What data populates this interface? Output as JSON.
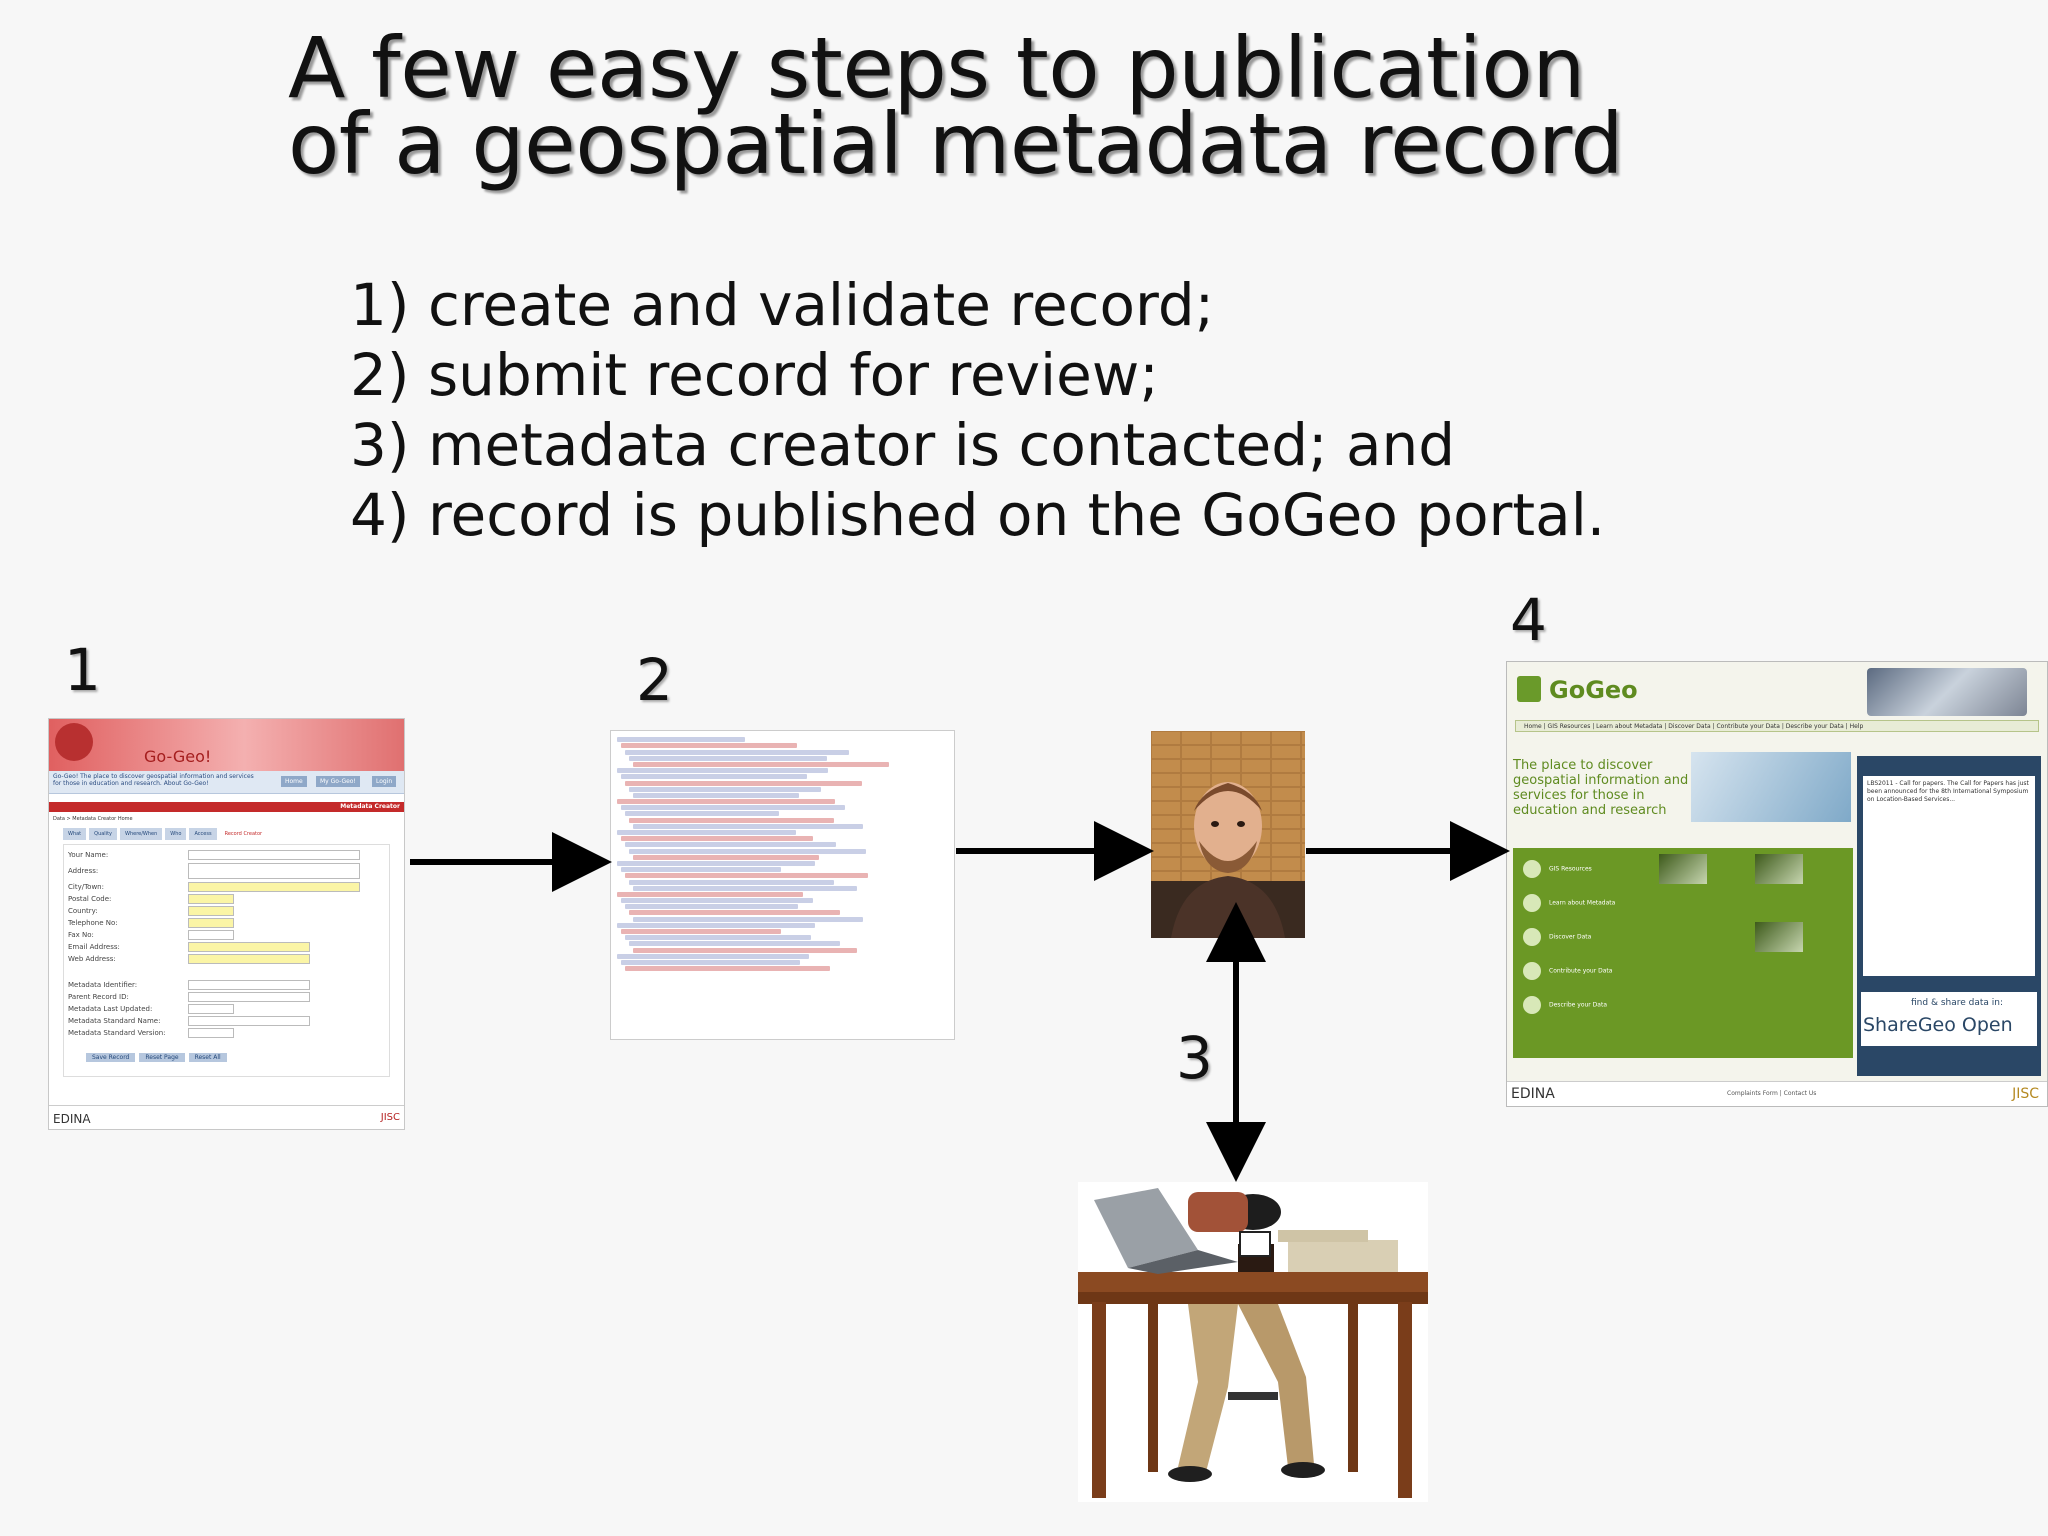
{
  "title": {
    "line1": "A few easy steps to publication",
    "line2": "of a geospatial metadata record"
  },
  "steps": [
    "1) create and validate record;",
    "2) submit record for review;",
    "3) metadata creator is contacted; and",
    "4) record is published on the GoGeo portal."
  ],
  "labels": {
    "step1": "1",
    "step2": "2",
    "step3": "3",
    "step4": "4"
  },
  "screenshot1": {
    "logo": "Go-Geo!",
    "intro": "Go-Geo! The place to discover geospatial information and services for those in education and research. About Go-Geo!",
    "nav": [
      "Home",
      "My Go-Geo!",
      "Login"
    ],
    "bar": "Metadata Creator",
    "crumb": "Data > Metadata Creator Home",
    "tabs": [
      "What",
      "Quality",
      "Where/When",
      "Who",
      "Access",
      "Record Creator"
    ],
    "fields": [
      "Your Name:",
      "Address:",
      "City/Town:",
      "Postal Code:",
      "Country:",
      "Telephone No:",
      "Fax No:",
      "Email Address:",
      "Web Address:"
    ],
    "fields2": [
      "Metadata Identifier:",
      "Parent Record ID:",
      "Metadata Last Updated:",
      "Metadata Standard Name:",
      "Metadata Standard Version:"
    ],
    "buttons": [
      "Save Record",
      "Reset Page",
      "Reset All"
    ],
    "footer": "EDINA",
    "jisc": "JISC"
  },
  "screenshot4": {
    "brand": "GoGeo",
    "menu": "Home | GIS Resources | Learn about Metadata | Discover Data | Contribute your Data | Describe your Data | Help",
    "tagline": "The place to discover geospatial information and services for those in education and research",
    "green_items": [
      "GIS Resources",
      "Learn about Metadata",
      "Discover Data",
      "Contribute your Data",
      "Describe your Data"
    ],
    "side_text": "LBS2011 - Call for papers. The Call for Papers has just been announced for the 8th International Symposium on Location-Based Services...",
    "share1": "find & share data in:",
    "share2": "ShareGeo Open",
    "footer": "EDINA",
    "footer_links": "Complaints Form | Contact Us",
    "jisc": "JISC"
  },
  "colors": {
    "arrow": "#000000",
    "gogeo_green": "#6b9825",
    "gogeo_blue": "#2a4766",
    "gogeo_red": "#c42a2a"
  }
}
